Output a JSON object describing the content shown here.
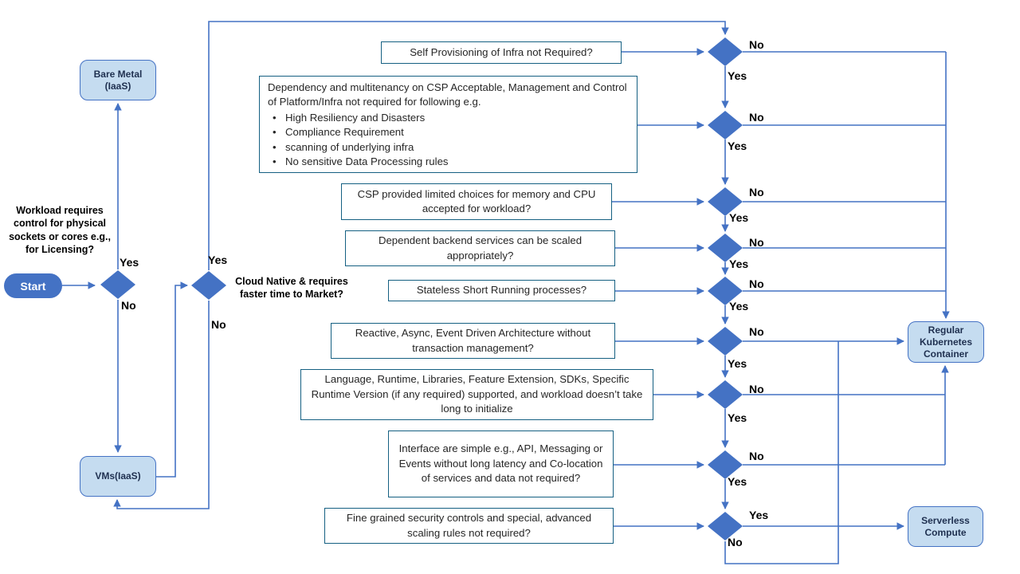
{
  "flowchart": {
    "terminals": {
      "start": "Start",
      "bare_metal": "Bare Metal (IaaS)",
      "vms": "VMs(IaaS)",
      "kubernetes": "Regular Kubernetes Container",
      "serverless": "Serverless Compute"
    },
    "branch_labels": {
      "yes": "Yes",
      "no": "No"
    },
    "decisions": {
      "workload_control": "Workload requires control for physical sockets or cores e.g., for Licensing?",
      "cloud_native": "Cloud Native & requires faster time to Market?"
    },
    "questions": {
      "self_provisioning": "Self Provisioning of Infra not Required?",
      "dependency": {
        "intro": "Dependency and multitenancy on CSP Acceptable, Management and Control of Platform/Infra not required for following e.g.",
        "bullets": [
          "High Resiliency and Disasters",
          "Compliance Requirement",
          "scanning of underlying infra",
          "No sensitive Data Processing rules"
        ]
      },
      "csp_limited": "CSP provided limited choices for memory and CPU accepted for workload?",
      "backend_scaled": "Dependent backend services can be scaled appropriately?",
      "stateless": "Stateless Short Running processes?",
      "reactive": "Reactive, Async, Event Driven Architecture without transaction management?",
      "language_runtime": "Language, Runtime, Libraries, Feature Extension, SDKs, Specific Runtime Version (if any required) supported, and workload doesn’t take long to initialize",
      "interface_simple": "Interface are simple e.g., API, Messaging or Events without long latency and Co-location of services and data not required?",
      "fine_grained": "Fine grained security controls and special, advanced scaling rules not required?"
    },
    "colors": {
      "connector": "#4472C4",
      "diamond_fill": "#4472C4",
      "node_fill": "#C5DCF0",
      "node_border": "#4472C4",
      "question_border": "#156082",
      "question_text": "#262626",
      "label_text": "#000000"
    }
  }
}
